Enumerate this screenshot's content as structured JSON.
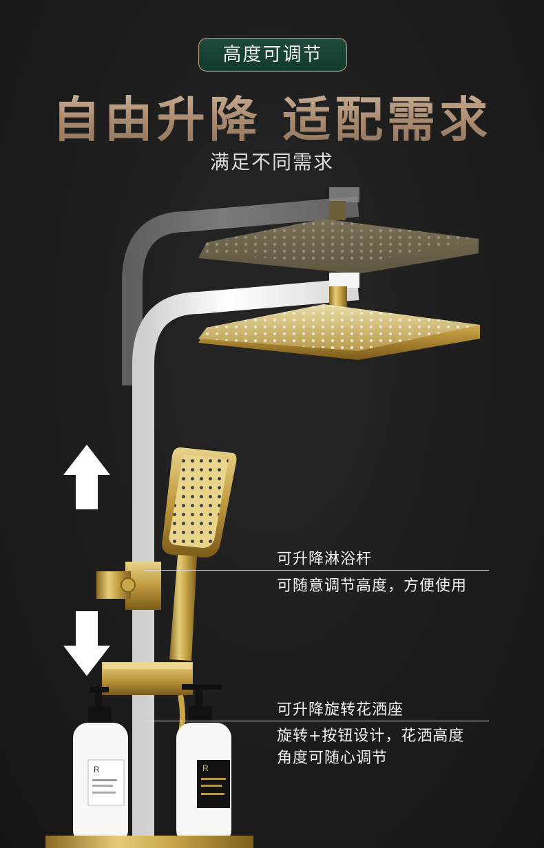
{
  "badge": {
    "text": "高度可调节"
  },
  "headline": {
    "text": "自由升降 适配需求"
  },
  "subheadline": {
    "text": "满足不同需求"
  },
  "callouts": [
    {
      "title": "可升降淋浴杆",
      "desc_lines": [
        "可随意调节高度，方便使用"
      ]
    },
    {
      "title": "可升降旋转花洒座",
      "desc_lines": [
        "旋转+按钮设计，花洒高度",
        "角度可随心调节"
      ]
    }
  ],
  "bottles": [
    {
      "letter": "R"
    },
    {
      "letter": "R"
    }
  ],
  "colors": {
    "background": "#1c1c1c",
    "badge_green": "#1a4538",
    "gold": "#c9a64a",
    "headline_bronze": "#b79c82",
    "white_pipe": "#ececec"
  },
  "icons": [
    "up-arrow-icon",
    "down-arrow-icon"
  ]
}
